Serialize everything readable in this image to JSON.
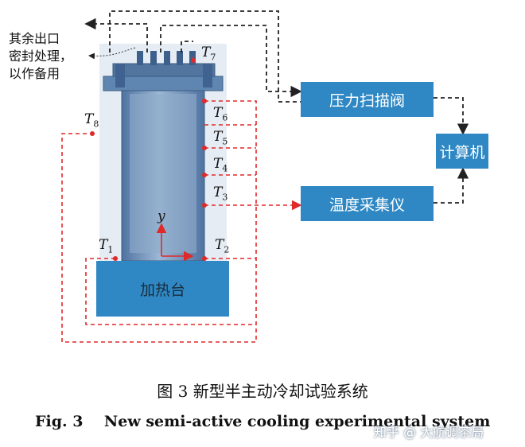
{
  "note_text": "其余出口\n密封处理，\n以作备用",
  "boxes": {
    "pressure_valve": "压力扫描阀",
    "computer": "计算机",
    "temp_collector": "温度采集仪",
    "heater": "加热台"
  },
  "sensors": [
    {
      "id": "T1",
      "name": "T",
      "sub": "1"
    },
    {
      "id": "T2",
      "name": "T",
      "sub": "2"
    },
    {
      "id": "T3",
      "name": "T",
      "sub": "3"
    },
    {
      "id": "T4",
      "name": "T",
      "sub": "4"
    },
    {
      "id": "T5",
      "name": "T",
      "sub": "5"
    },
    {
      "id": "T6",
      "name": "T",
      "sub": "6"
    },
    {
      "id": "T7",
      "name": "T",
      "sub": "7"
    },
    {
      "id": "T8",
      "name": "T",
      "sub": "8"
    }
  ],
  "axis_label": "y",
  "caption_cn": "图 3    新型半主动冷却试验系统",
  "caption_en": "Fig. 3    New semi-active cooling experimental system",
  "watermark": "知乎 @ 大航调茶局",
  "colors": {
    "box_fill": "#2f88c4",
    "sensor_line": "#e0292a",
    "pressure_line": "#222222",
    "vessel": "#5f86b0"
  }
}
